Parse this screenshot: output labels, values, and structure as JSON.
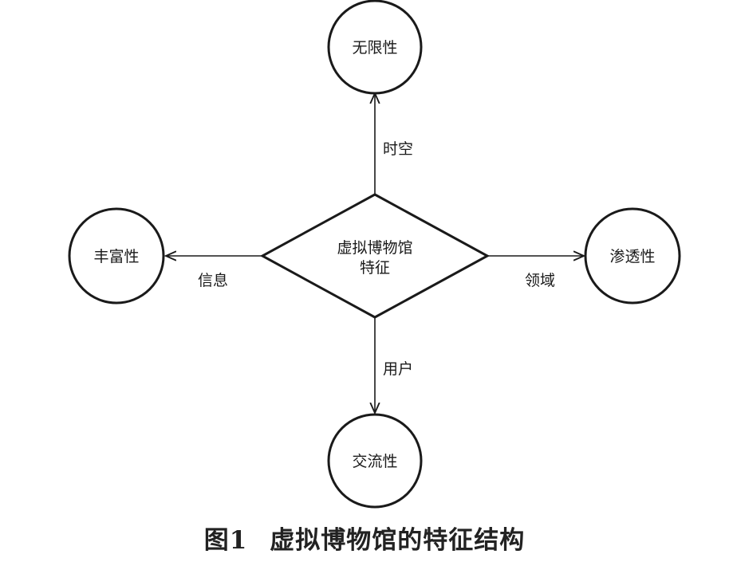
{
  "diagram": {
    "center": {
      "line1": "虚拟博物馆",
      "line2": "特征"
    },
    "nodes": {
      "top": "无限性",
      "left": "丰富性",
      "right": "渗透性",
      "bottom": "交流性"
    },
    "edges": {
      "top": "时空",
      "left": "信息",
      "right": "领域",
      "bottom": "用户"
    }
  },
  "caption": {
    "figure_number": "图1",
    "title": "虚拟博物馆的特征结构"
  }
}
